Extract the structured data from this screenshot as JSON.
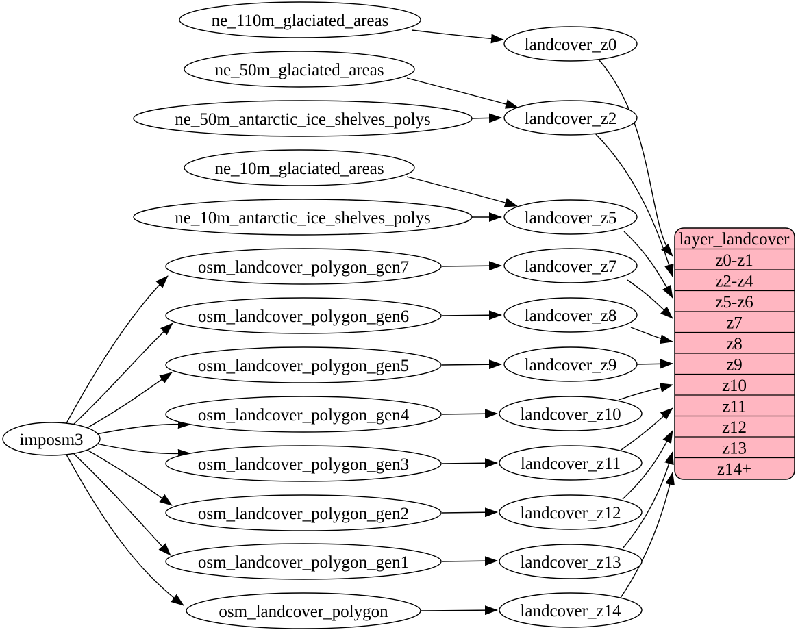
{
  "diagram": {
    "nodes": {
      "imposm3": "imposm3",
      "ne_110m_glaciated_areas": "ne_110m_glaciated_areas",
      "ne_50m_glaciated_areas": "ne_50m_glaciated_areas",
      "ne_50m_antarctic_ice_shelves_polys": "ne_50m_antarctic_ice_shelves_polys",
      "ne_10m_glaciated_areas": "ne_10m_glaciated_areas",
      "ne_10m_antarctic_ice_shelves_polys": "ne_10m_antarctic_ice_shelves_polys",
      "osm_landcover_polygon_gen7": "osm_landcover_polygon_gen7",
      "osm_landcover_polygon_gen6": "osm_landcover_polygon_gen6",
      "osm_landcover_polygon_gen5": "osm_landcover_polygon_gen5",
      "osm_landcover_polygon_gen4": "osm_landcover_polygon_gen4",
      "osm_landcover_polygon_gen3": "osm_landcover_polygon_gen3",
      "osm_landcover_polygon_gen2": "osm_landcover_polygon_gen2",
      "osm_landcover_polygon_gen1": "osm_landcover_polygon_gen1",
      "osm_landcover_polygon": "osm_landcover_polygon",
      "landcover_z0": "landcover_z0",
      "landcover_z2": "landcover_z2",
      "landcover_z5": "landcover_z5",
      "landcover_z7": "landcover_z7",
      "landcover_z8": "landcover_z8",
      "landcover_z9": "landcover_z9",
      "landcover_z10": "landcover_z10",
      "landcover_z11": "landcover_z11",
      "landcover_z12": "landcover_z12",
      "landcover_z13": "landcover_z13",
      "landcover_z14": "landcover_z14"
    },
    "table": {
      "title": "layer_landcover",
      "rows": [
        "z0-z1",
        "z2-z4",
        "z5-z6",
        "z7",
        "z8",
        "z9",
        "z10",
        "z11",
        "z12",
        "z13",
        "z14+"
      ]
    },
    "edges": [
      {
        "from": "imposm3",
        "to": "osm_landcover_polygon_gen7"
      },
      {
        "from": "imposm3",
        "to": "osm_landcover_polygon_gen6"
      },
      {
        "from": "imposm3",
        "to": "osm_landcover_polygon_gen5"
      },
      {
        "from": "imposm3",
        "to": "osm_landcover_polygon_gen4"
      },
      {
        "from": "imposm3",
        "to": "osm_landcover_polygon_gen3"
      },
      {
        "from": "imposm3",
        "to": "osm_landcover_polygon_gen2"
      },
      {
        "from": "imposm3",
        "to": "osm_landcover_polygon_gen1"
      },
      {
        "from": "imposm3",
        "to": "osm_landcover_polygon"
      },
      {
        "from": "ne_110m_glaciated_areas",
        "to": "landcover_z0"
      },
      {
        "from": "ne_50m_glaciated_areas",
        "to": "landcover_z2"
      },
      {
        "from": "ne_50m_antarctic_ice_shelves_polys",
        "to": "landcover_z2"
      },
      {
        "from": "ne_10m_glaciated_areas",
        "to": "landcover_z5"
      },
      {
        "from": "ne_10m_antarctic_ice_shelves_polys",
        "to": "landcover_z5"
      },
      {
        "from": "osm_landcover_polygon_gen7",
        "to": "landcover_z7"
      },
      {
        "from": "osm_landcover_polygon_gen6",
        "to": "landcover_z8"
      },
      {
        "from": "osm_landcover_polygon_gen5",
        "to": "landcover_z9"
      },
      {
        "from": "osm_landcover_polygon_gen4",
        "to": "landcover_z10"
      },
      {
        "from": "osm_landcover_polygon_gen3",
        "to": "landcover_z11"
      },
      {
        "from": "osm_landcover_polygon_gen2",
        "to": "landcover_z12"
      },
      {
        "from": "osm_landcover_polygon_gen1",
        "to": "landcover_z13"
      },
      {
        "from": "osm_landcover_polygon",
        "to": "landcover_z14"
      },
      {
        "from": "landcover_z0",
        "to": "layer_landcover.z0-z1"
      },
      {
        "from": "landcover_z2",
        "to": "layer_landcover.z2-z4"
      },
      {
        "from": "landcover_z5",
        "to": "layer_landcover.z5-z6"
      },
      {
        "from": "landcover_z7",
        "to": "layer_landcover.z7"
      },
      {
        "from": "landcover_z8",
        "to": "layer_landcover.z8"
      },
      {
        "from": "landcover_z9",
        "to": "layer_landcover.z9"
      },
      {
        "from": "landcover_z10",
        "to": "layer_landcover.z10"
      },
      {
        "from": "landcover_z11",
        "to": "layer_landcover.z11"
      },
      {
        "from": "landcover_z12",
        "to": "layer_landcover.z12"
      },
      {
        "from": "landcover_z13",
        "to": "layer_landcover.z13"
      },
      {
        "from": "landcover_z14",
        "to": "layer_landcover.z14+"
      }
    ],
    "colors": {
      "table_fill": "#ffb6c1",
      "node_fill": "#ffffff",
      "stroke": "#000000",
      "background": "#ffffff"
    }
  }
}
